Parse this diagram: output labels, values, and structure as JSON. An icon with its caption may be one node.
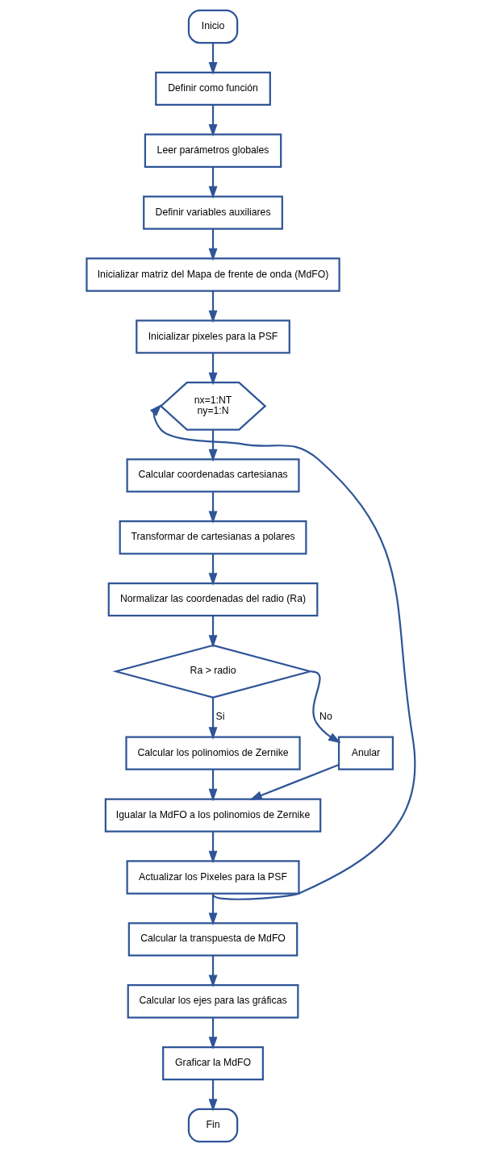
{
  "diagram": {
    "nodes": [
      {
        "text": [
          "Inicio"
        ]
      },
      {
        "text": [
          "Definir como función"
        ]
      },
      {
        "text": [
          "Leer parámetros globales"
        ]
      },
      {
        "text": [
          "Definir variables auxiliares"
        ]
      },
      {
        "text": [
          "Inicializar matriz del Mapa de frente de onda (MdFO)"
        ]
      },
      {
        "text": [
          "Inicializar pixeles para la PSF"
        ]
      },
      {
        "text": [
          "nx=1:NT",
          "ny=1:N"
        ]
      },
      {
        "text": [
          "Calcular coordenadas cartesianas"
        ]
      },
      {
        "text": [
          "Transformar de cartesianas a polares"
        ]
      },
      {
        "text": [
          "Normalizar las coordenadas del radio (Ra)"
        ]
      },
      {
        "text": [
          "Ra > radio"
        ]
      },
      {
        "text": [
          "Calcular los polinomios de Zernike"
        ]
      },
      {
        "text": [
          "Anular"
        ]
      },
      {
        "text": [
          "Igualar la MdFO a los polinomios de Zernike"
        ]
      },
      {
        "text": [
          "Actualizar los Pixeles para la PSF"
        ]
      },
      {
        "text": [
          "Calcular la transpuesta de MdFO"
        ]
      },
      {
        "text": [
          "Calcular los ejes para las gráficas"
        ]
      },
      {
        "text": [
          "Graficar la MdFO"
        ]
      },
      {
        "text": [
          "Fin"
        ]
      }
    ],
    "edges": [
      {
        "from": 0,
        "to": 1,
        "arrow": "to"
      },
      {
        "from": 1,
        "to": 2,
        "arrow": "to"
      },
      {
        "from": 2,
        "to": 3,
        "arrow": "to"
      },
      {
        "from": 3,
        "to": 4,
        "arrow": "to"
      },
      {
        "from": 4,
        "to": 5,
        "arrow": "to"
      },
      {
        "from": 5,
        "to": 6,
        "arrow": "to"
      },
      {
        "from": 6,
        "to": 7,
        "arrow": "to"
      },
      {
        "from": 7,
        "to": 8,
        "arrow": "to"
      },
      {
        "from": 8,
        "to": 9,
        "arrow": "to"
      },
      {
        "from": 9,
        "to": 10,
        "arrow": "to"
      },
      {
        "from": 10,
        "to": 11,
        "arrow": "to",
        "label": "Si"
      },
      {
        "from": 10,
        "to": 12,
        "arrow": "to",
        "label": "No"
      },
      {
        "from": 11,
        "to": 13,
        "arrow": "to"
      },
      {
        "from": 12,
        "to": 13,
        "arrow": "to"
      },
      {
        "from": 13,
        "to": 14,
        "arrow": "to"
      },
      {
        "from": 14,
        "to": 15,
        "arrow": "to"
      },
      {
        "from": 14,
        "to": 6,
        "arrow": "to"
      },
      {
        "from": 15,
        "to": 16,
        "arrow": "to"
      },
      {
        "from": 16,
        "to": 17,
        "arrow": "to"
      },
      {
        "from": 17,
        "to": 18,
        "arrow": "to"
      }
    ]
  }
}
